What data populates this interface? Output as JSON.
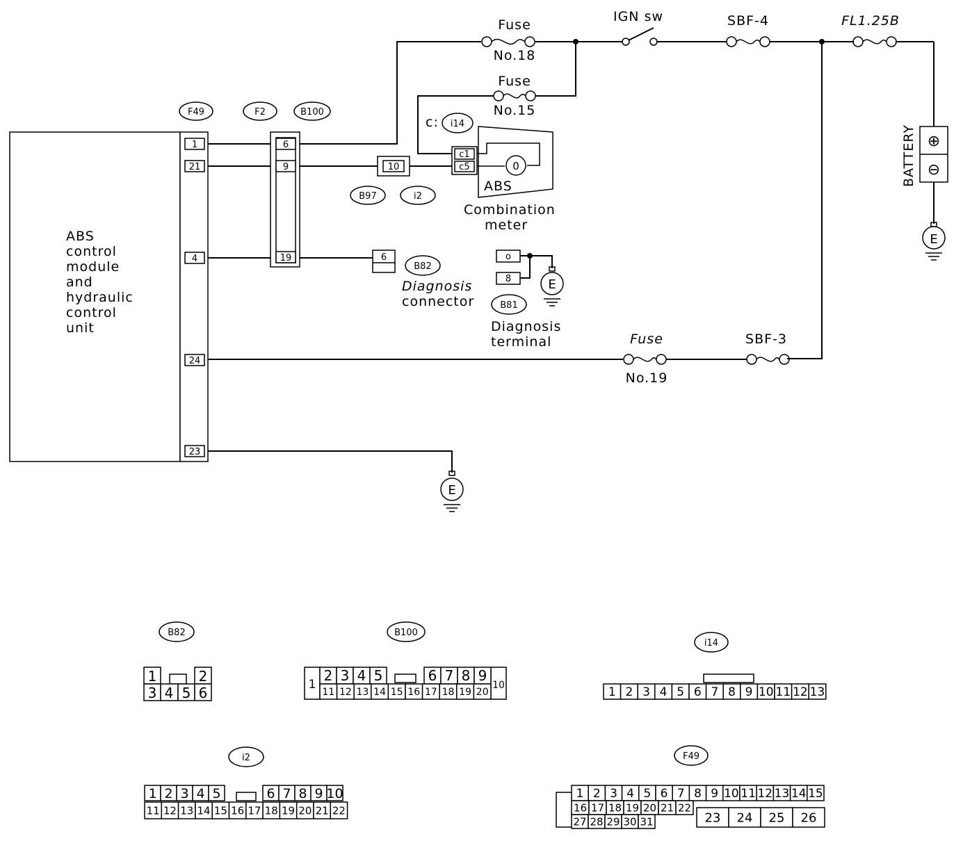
{
  "diagram": {
    "module": {
      "lines": [
        "ABS",
        "control",
        "module",
        "and",
        "hydraulic",
        "control",
        "unit"
      ],
      "pins": [
        "1",
        "21",
        "4",
        "24",
        "23"
      ]
    },
    "connector_ids": {
      "f49": "F49",
      "f2": "F2",
      "b100": "B100",
      "b97": "B97",
      "i2": "i2",
      "i14": "i14",
      "b82": "B82",
      "b81": "B81"
    },
    "b100_pins": [
      "6",
      "9",
      "19"
    ],
    "b97_pin": "10",
    "i14_prefix": "c:",
    "i14_pins": [
      "c1",
      "c5"
    ],
    "b82_pin": "6",
    "b81_pins": [
      "o",
      "8"
    ],
    "ground": "E",
    "fuses": {
      "f18_title": "Fuse",
      "f18_no": "No.18",
      "f15_title": "Fuse",
      "f15_no": "No.15",
      "f19_title": "Fuse",
      "f19_no": "No.19"
    },
    "ign_sw": "IGN sw",
    "sbf4": "SBF-4",
    "sbf3": "SBF-3",
    "fl": "FL1.25B",
    "battery": {
      "label": "BATTERY",
      "plus": "⊕",
      "minus": "⊖"
    },
    "meter": {
      "abs": "ABS",
      "lamp": "0",
      "line1": "Combination",
      "line2": "meter"
    },
    "diag_conn": {
      "line1": "Diagnosis",
      "line2": "connector"
    },
    "diag_term": {
      "line1": "Diagnosis",
      "line2": "terminal"
    }
  },
  "faces": {
    "b82": {
      "id": "B82",
      "row1": [
        "1",
        "2"
      ],
      "row2": [
        "3",
        "4",
        "5",
        "6"
      ]
    },
    "b100": {
      "id": "B100",
      "row1a": [
        "2",
        "3",
        "4",
        "5"
      ],
      "row1b": [
        "6",
        "7",
        "8",
        "9"
      ],
      "row2": [
        "11",
        "12",
        "13",
        "14",
        "15",
        "16",
        "17",
        "18",
        "19",
        "20"
      ],
      "left": "1",
      "right": "10"
    },
    "i14": {
      "id": "i14",
      "row": [
        "1",
        "2",
        "3",
        "4",
        "5",
        "6",
        "7",
        "8",
        "9",
        "10",
        "11",
        "12",
        "13"
      ]
    },
    "i2": {
      "id": "i2",
      "row1a": [
        "1",
        "2",
        "3",
        "4",
        "5"
      ],
      "row1b": [
        "6",
        "7",
        "8",
        "9",
        "10"
      ],
      "row2": [
        "11",
        "12",
        "13",
        "14",
        "15",
        "16",
        "17",
        "18",
        "19",
        "20",
        "21",
        "22"
      ]
    },
    "f49": {
      "id": "F49",
      "row1": [
        "1",
        "2",
        "3",
        "4",
        "5",
        "6",
        "7",
        "8",
        "9",
        "10",
        "11",
        "12",
        "13",
        "14",
        "15"
      ],
      "row2": [
        "16",
        "17",
        "18",
        "19",
        "20",
        "21",
        "22"
      ],
      "row2big": [
        "23",
        "24",
        "25",
        "26"
      ],
      "row3": [
        "27",
        "28",
        "29",
        "30",
        "31"
      ]
    }
  }
}
